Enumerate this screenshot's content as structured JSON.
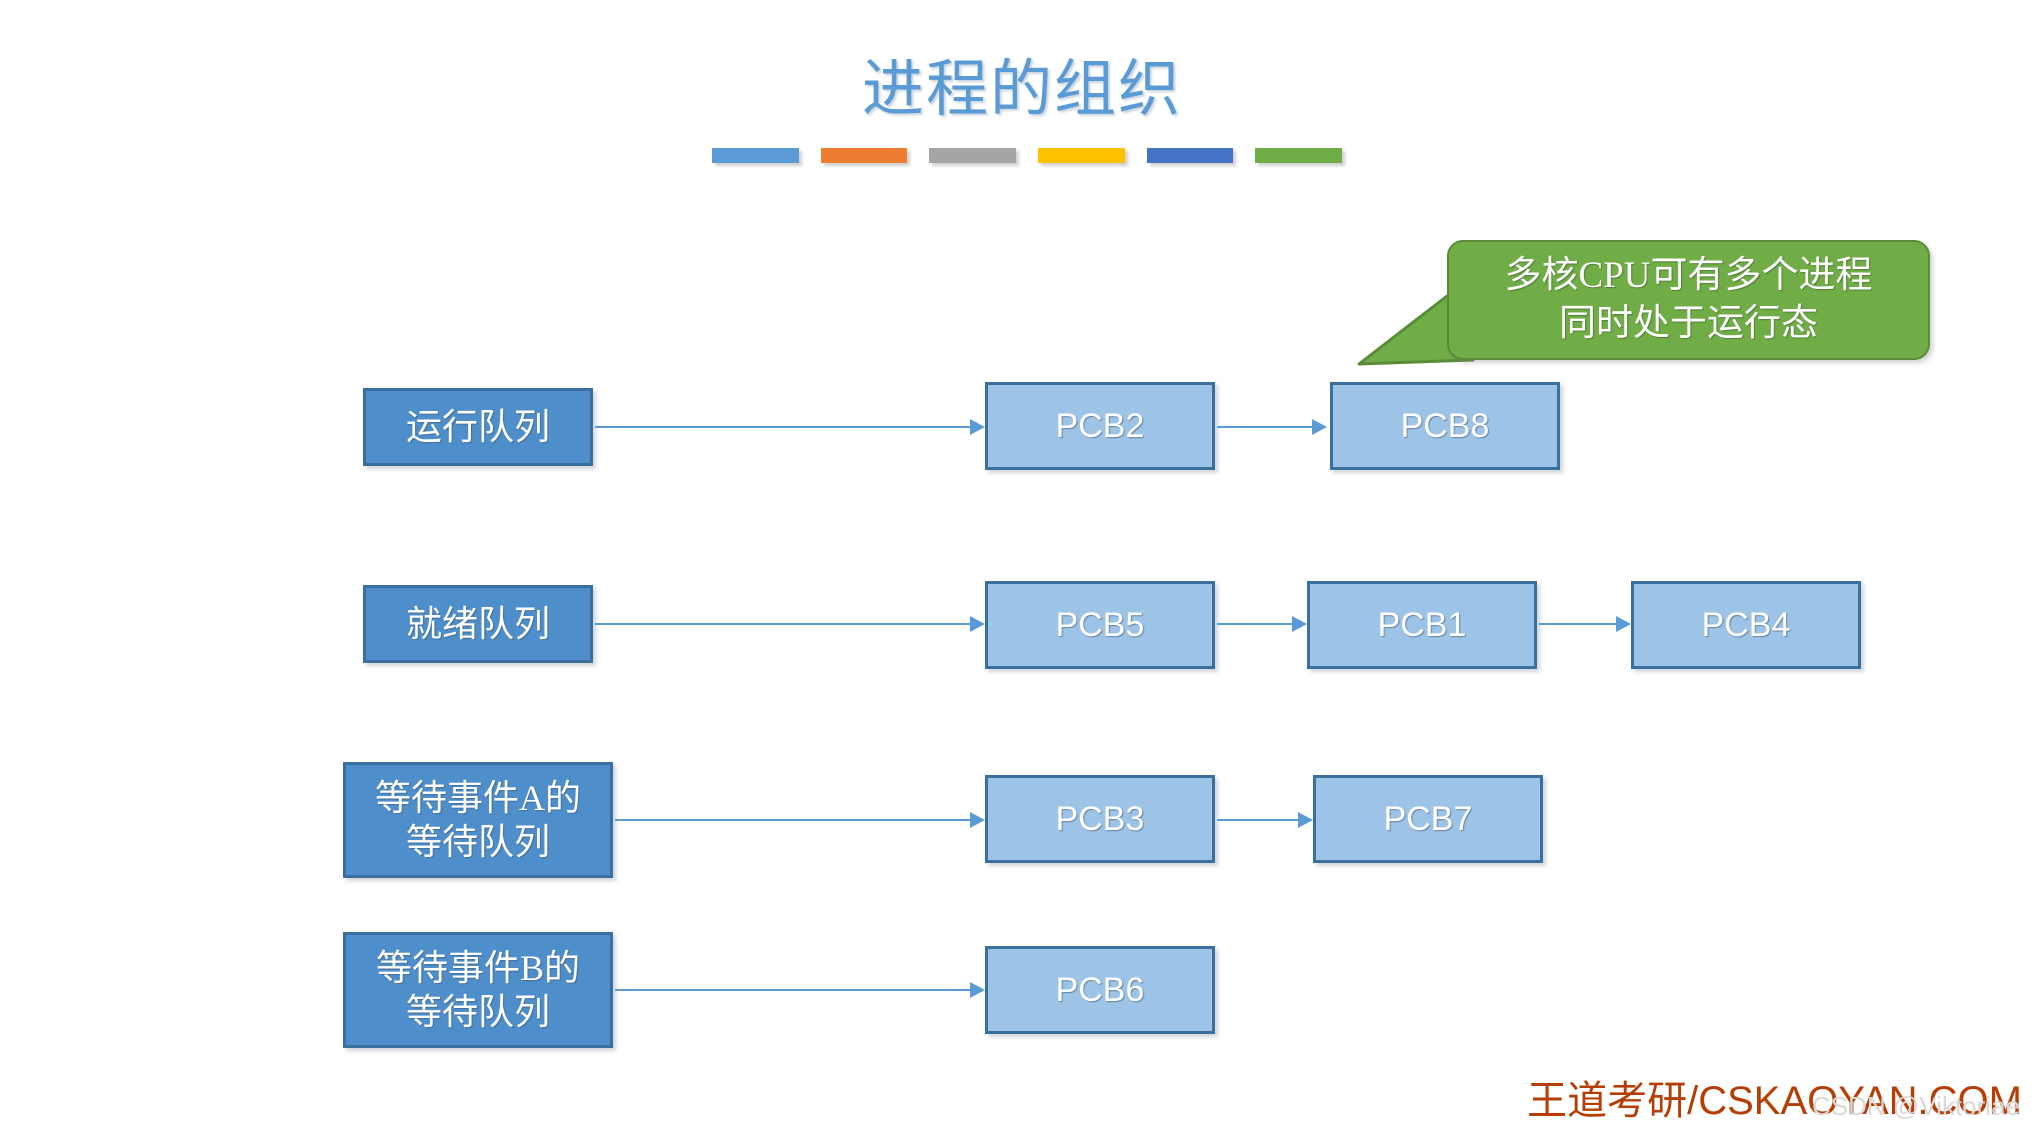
{
  "slide": {
    "title": "进程的组织",
    "title_color": "#5B9BD5",
    "background": "#ffffff"
  },
  "decor_bars": [
    {
      "name": "bar-blue",
      "color": "#5B9BD5"
    },
    {
      "name": "bar-orange",
      "color": "#ED7D31"
    },
    {
      "name": "bar-gray",
      "color": "#A5A5A5"
    },
    {
      "name": "bar-yellow",
      "color": "#FFC000"
    },
    {
      "name": "bar-navy",
      "color": "#4472C4"
    },
    {
      "name": "bar-green",
      "color": "#70AD47"
    }
  ],
  "callout": {
    "line1": "多核CPU可有多个进程",
    "line2": "同时处于运行态",
    "fill": "#70AD47",
    "border": "#5A8C38",
    "text_color": "#ffffff"
  },
  "palette": {
    "queue_fill": "#4E8FCB",
    "queue_border": "#3B6F9E",
    "pcb_fill": "#9DC3E6",
    "pcb_border": "#3B6F9E",
    "arrow": "#5B9BD5"
  },
  "rows": [
    {
      "queue": {
        "line1": "运行队列",
        "line2": ""
      },
      "pcbs": [
        "PCB2",
        "PCB8"
      ]
    },
    {
      "queue": {
        "line1": "就绪队列",
        "line2": ""
      },
      "pcbs": [
        "PCB5",
        "PCB1",
        "PCB4"
      ]
    },
    {
      "queue": {
        "line1": "等待事件A的",
        "line2": "等待队列"
      },
      "pcbs": [
        "PCB3",
        "PCB7"
      ]
    },
    {
      "queue": {
        "line1": "等待事件B的",
        "line2": "等待队列"
      },
      "pcbs": [
        "PCB6"
      ]
    }
  ],
  "footer": {
    "brand": "王道考研/CSKAOYAN.COM",
    "brand_color": "#B63E04",
    "watermark": "CSDN @Viktoriae"
  }
}
